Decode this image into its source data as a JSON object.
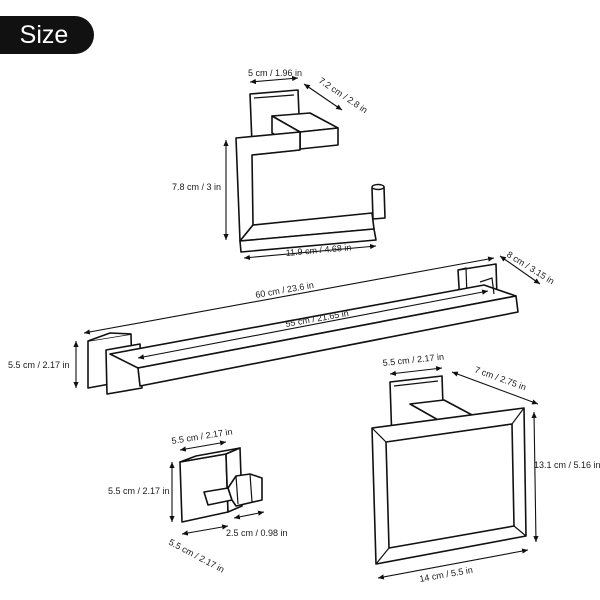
{
  "title": "Size",
  "colors": {
    "ink": "#111111",
    "badge_bg": "#111111",
    "badge_text": "#ffffff",
    "background": "#ffffff"
  },
  "toilet_paper_holder": {
    "width_base": "5 cm / 1.96 in",
    "depth": "7.2 cm / 2.8 in",
    "height": "7.8 cm / 3 in",
    "length": "11.9 cm / 4.68 in"
  },
  "towel_bar": {
    "overall_length": "60 cm / 23.6 in",
    "bar_length": "55 cm / 21.65 in",
    "depth": "8 cm / 3.15 in",
    "base_height": "5.5 cm / 2.17 in"
  },
  "robe_hook": {
    "width": "5.5 cm / 2.17 in",
    "height": "5.5 cm / 2.17 in",
    "depth": "5.5 cm / 2.17 in",
    "hook_projection": "2.5 cm / 0.98 in"
  },
  "towel_ring": {
    "base_width": "5.5 cm / 2.17 in",
    "depth": "7 cm / 2.75 in",
    "height": "13.1 cm / 5.16 in",
    "width": "14 cm / 5.5 in"
  }
}
